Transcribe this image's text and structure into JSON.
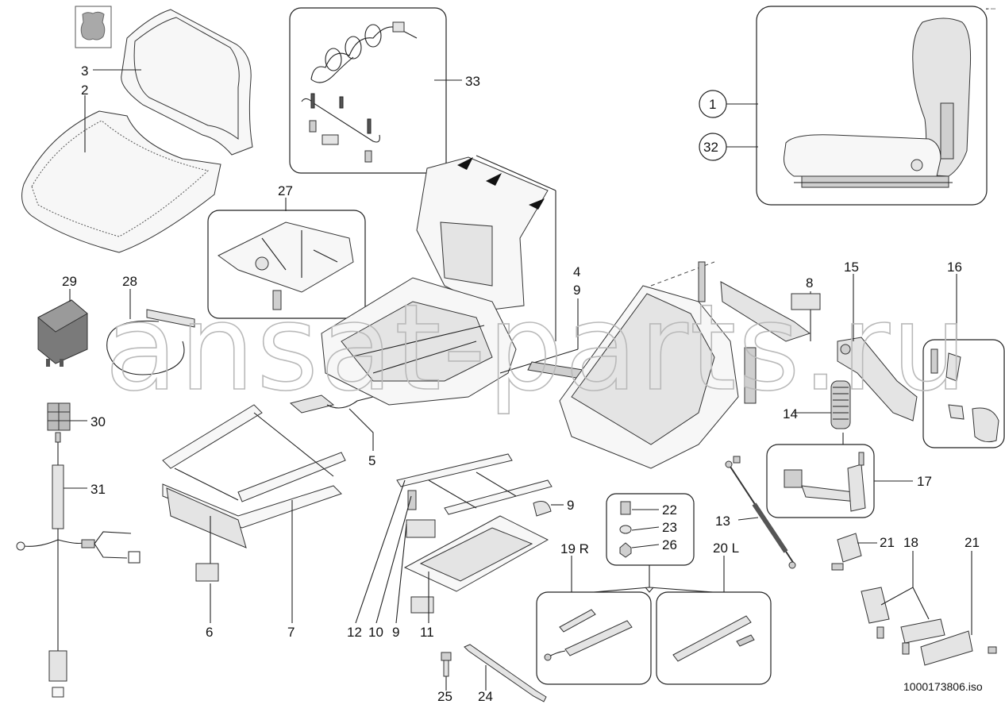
{
  "diagram": {
    "callouts": [
      {
        "id": "c3",
        "text": "3"
      },
      {
        "id": "c2",
        "text": "2"
      },
      {
        "id": "c33",
        "text": "33"
      },
      {
        "id": "c1",
        "text": "1"
      },
      {
        "id": "c32",
        "text": "32"
      },
      {
        "id": "c27",
        "text": "27"
      },
      {
        "id": "c4",
        "text": "4"
      },
      {
        "id": "c9a",
        "text": "9"
      },
      {
        "id": "c8",
        "text": "8"
      },
      {
        "id": "c15",
        "text": "15"
      },
      {
        "id": "c16",
        "text": "16"
      },
      {
        "id": "c29",
        "text": "29"
      },
      {
        "id": "c28",
        "text": "28"
      },
      {
        "id": "c30",
        "text": "30"
      },
      {
        "id": "c31",
        "text": "31"
      },
      {
        "id": "c14",
        "text": "14"
      },
      {
        "id": "c5",
        "text": "5"
      },
      {
        "id": "c17",
        "text": "17"
      },
      {
        "id": "c9b",
        "text": "9"
      },
      {
        "id": "c22",
        "text": "22"
      },
      {
        "id": "c23",
        "text": "23"
      },
      {
        "id": "c26",
        "text": "26"
      },
      {
        "id": "c13",
        "text": "13"
      },
      {
        "id": "c21a",
        "text": "21"
      },
      {
        "id": "c18",
        "text": "18"
      },
      {
        "id": "c21b",
        "text": "21"
      },
      {
        "id": "c19",
        "text": "19 R"
      },
      {
        "id": "c20",
        "text": "20 L"
      },
      {
        "id": "c6",
        "text": "6"
      },
      {
        "id": "c7",
        "text": "7"
      },
      {
        "id": "c12",
        "text": "12"
      },
      {
        "id": "c10",
        "text": "10"
      },
      {
        "id": "c9c",
        "text": "9"
      },
      {
        "id": "c11",
        "text": "11"
      },
      {
        "id": "c25",
        "text": "25"
      },
      {
        "id": "c24",
        "text": "24"
      }
    ],
    "file_id": "1000173806.iso",
    "watermark": "ansat-parts.ru",
    "icons": [
      "leather-icon",
      "relay-icon",
      "connector-icon"
    ]
  }
}
